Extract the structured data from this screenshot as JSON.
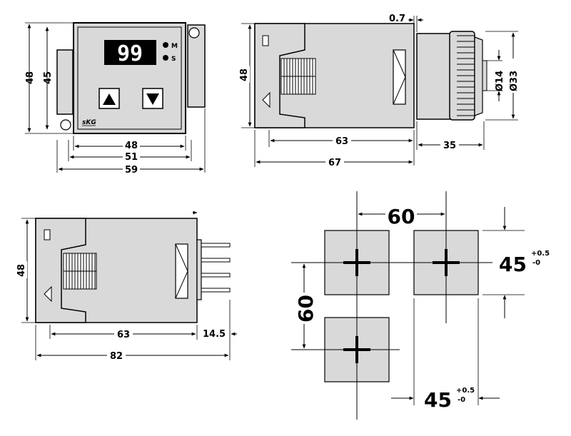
{
  "front_view": {
    "display_value": "99",
    "indicator_m": "M",
    "indicator_s": "S",
    "brand": "sKG",
    "height_outer": "48",
    "height_inner": "45",
    "width_48": "48",
    "width_51": "51",
    "width_59": "59"
  },
  "side_view": {
    "height": "48",
    "gap": "0.7",
    "body_length": "63",
    "total_length": "67",
    "socket_length": "35",
    "diameter_small": "Ø14",
    "diameter_large": "Ø33"
  },
  "pin_view": {
    "height": "48",
    "body_length": "63",
    "pin_length": "14.5",
    "total_length": "82"
  },
  "cutout": {
    "spacing_horizontal": "60",
    "spacing_vertical": "60",
    "cutout_width": "45",
    "cutout_height": "45",
    "tolerance_plus": "+0.5",
    "tolerance_minus": "-0"
  },
  "colors": {
    "line": "#000000",
    "fill": "#d9d9d9",
    "display": "#000000"
  }
}
